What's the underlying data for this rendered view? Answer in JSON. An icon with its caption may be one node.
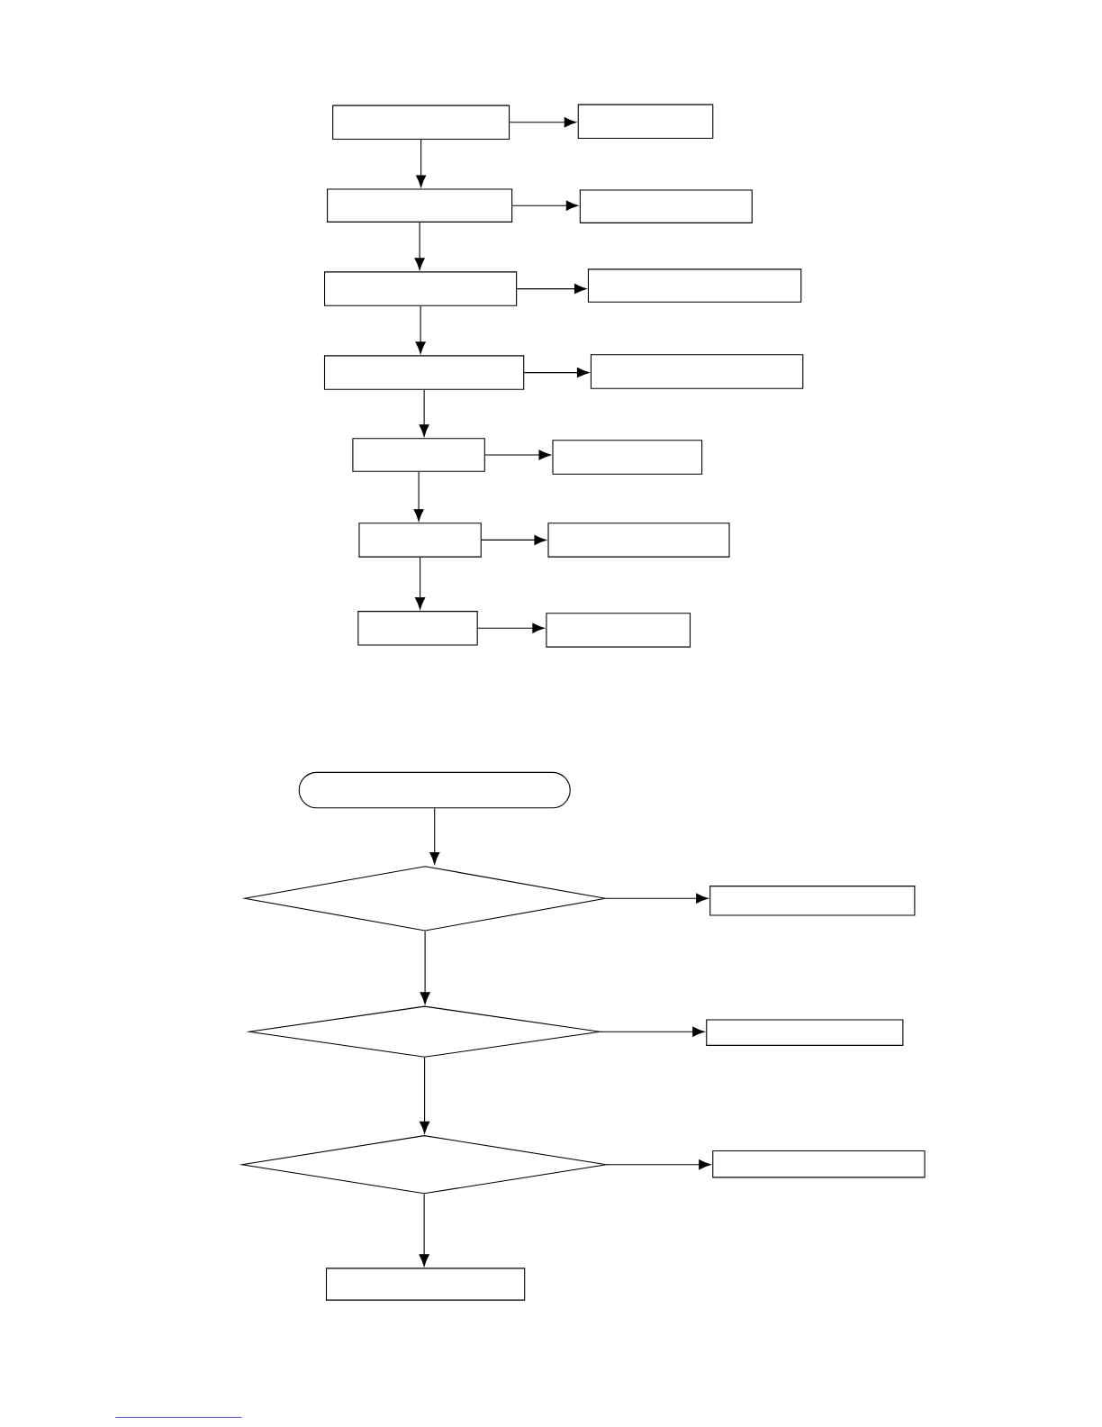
{
  "diagram": {
    "nodes": [
      {
        "text": [],
        "shape": "box"
      },
      {
        "text": [],
        "shape": "box"
      },
      {
        "text": [],
        "shape": "box"
      },
      {
        "text": [],
        "shape": "box"
      },
      {
        "text": [],
        "shape": "box"
      },
      {
        "text": [],
        "shape": "box"
      },
      {
        "text": [],
        "shape": "box"
      },
      {
        "text": [],
        "shape": "box"
      },
      {
        "text": [],
        "shape": "box"
      },
      {
        "text": [],
        "shape": "box"
      },
      {
        "text": [],
        "shape": "box"
      },
      {
        "text": [],
        "shape": "box"
      },
      {
        "text": [],
        "shape": "box"
      },
      {
        "text": [],
        "shape": "box"
      },
      {
        "text": [],
        "shape": "oval"
      },
      {
        "text": [],
        "shape": "diamond"
      },
      {
        "text": [],
        "shape": "box"
      },
      {
        "text": [],
        "shape": "diamond"
      },
      {
        "text": [],
        "shape": "box"
      },
      {
        "text": [],
        "shape": "diamond"
      },
      {
        "text": [],
        "shape": "box"
      },
      {
        "text": [],
        "shape": "box"
      }
    ],
    "edges": [
      {
        "from": 0,
        "to": 1,
        "arrow": "to"
      },
      {
        "from": 0,
        "to": 2,
        "arrow": "to"
      },
      {
        "from": 2,
        "to": 3,
        "arrow": "to"
      },
      {
        "from": 2,
        "to": 4,
        "arrow": "to"
      },
      {
        "from": 4,
        "to": 5,
        "arrow": "to"
      },
      {
        "from": 4,
        "to": 6,
        "arrow": "to"
      },
      {
        "from": 6,
        "to": 7,
        "arrow": "to"
      },
      {
        "from": 6,
        "to": 8,
        "arrow": "to"
      },
      {
        "from": 8,
        "to": 9,
        "arrow": "to"
      },
      {
        "from": 8,
        "to": 10,
        "arrow": "to"
      },
      {
        "from": 10,
        "to": 11,
        "arrow": "to"
      },
      {
        "from": 10,
        "to": 12,
        "arrow": "to"
      },
      {
        "from": 12,
        "to": 13,
        "arrow": "to"
      },
      {
        "from": 14,
        "to": 15,
        "arrow": "to"
      },
      {
        "from": 15,
        "to": 16,
        "arrow": "to"
      },
      {
        "from": 15,
        "to": 17,
        "arrow": "to"
      },
      {
        "from": 17,
        "to": 18,
        "arrow": "to"
      },
      {
        "from": 17,
        "to": 19,
        "arrow": "to"
      },
      {
        "from": 19,
        "to": 20,
        "arrow": "to"
      },
      {
        "from": 19,
        "to": 21,
        "arrow": "to"
      }
    ]
  }
}
